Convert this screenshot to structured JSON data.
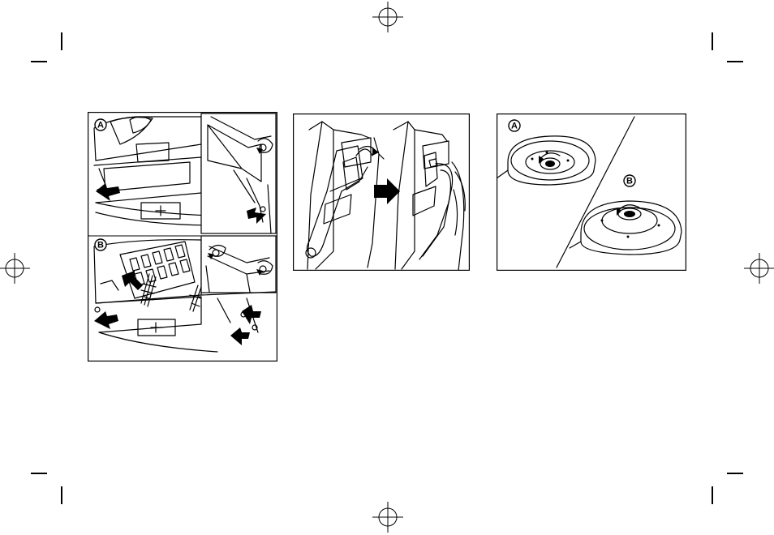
{
  "figures": [
    {
      "labels": [
        "A",
        "B"
      ]
    },
    {
      "labels": []
    },
    {
      "labels": [
        "A",
        "B"
      ]
    }
  ],
  "icons": [
    "registration-mark",
    "crop-mark",
    "push-arrow-icon",
    "rotate-arrow-icon"
  ]
}
